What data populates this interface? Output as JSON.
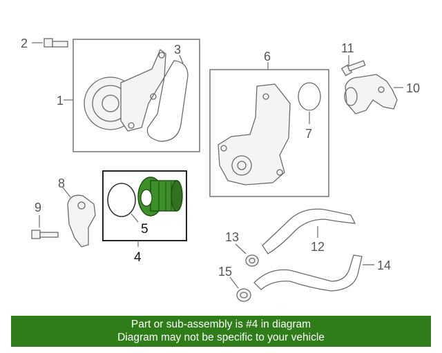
{
  "callouts": {
    "c1": "1",
    "c2": "2",
    "c3": "3",
    "c4": "4",
    "c5": "5",
    "c6": "6",
    "c7": "7",
    "c8": "8",
    "c9": "9",
    "c10": "10",
    "c11": "11",
    "c12": "12",
    "c13": "13",
    "c14": "14",
    "c15": "15"
  },
  "colors": {
    "banner": "#2e7d18",
    "highlight": "#3d8f2a",
    "line": "#6a6a6a"
  },
  "banner": {
    "line1": "Part or sub-assembly is #4 in diagram",
    "line2": "Diagram may not be specific to your vehicle"
  }
}
